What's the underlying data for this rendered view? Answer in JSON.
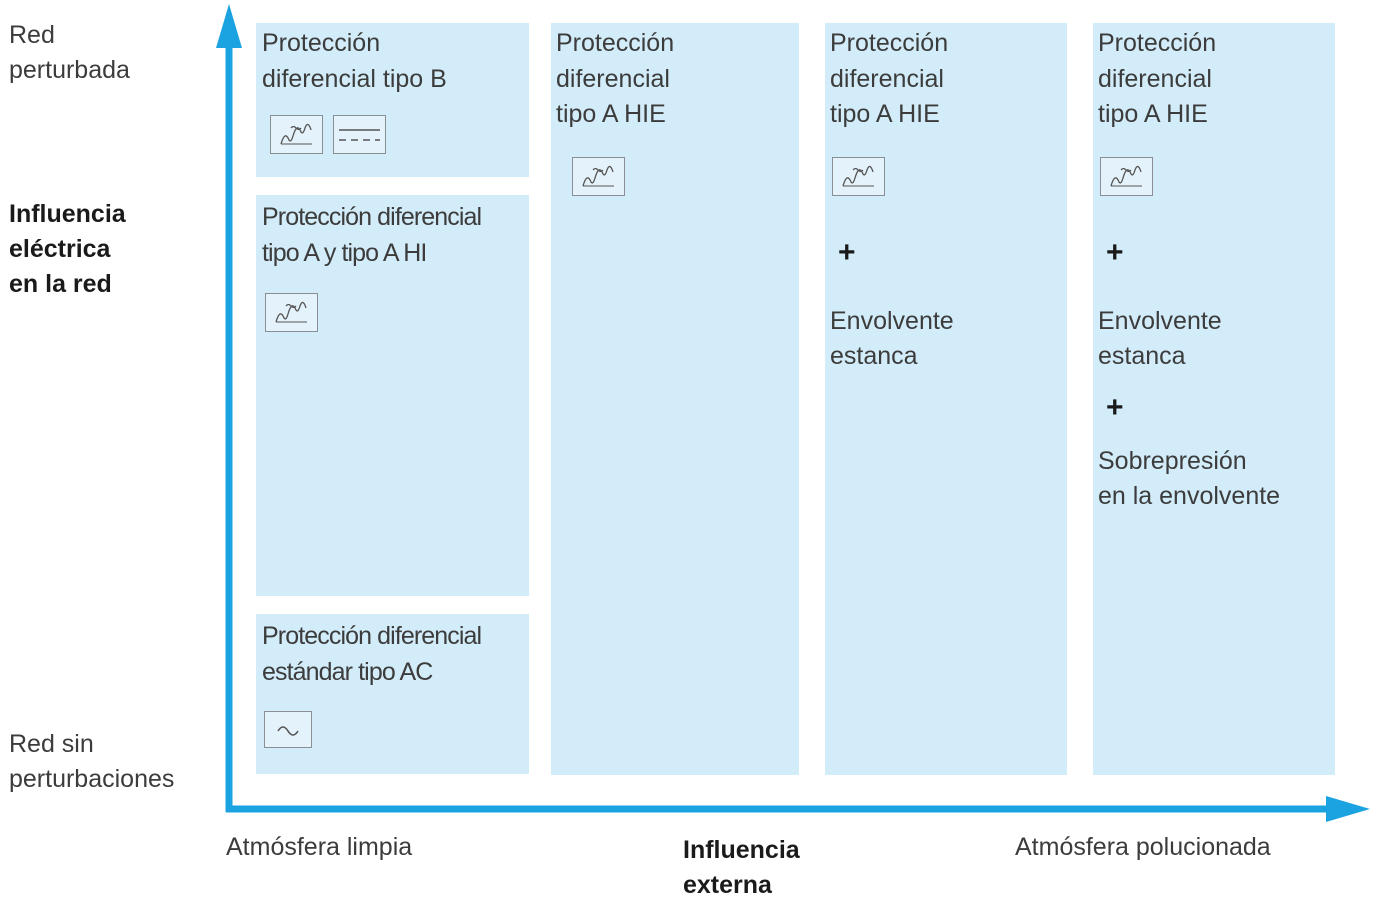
{
  "y_axis": {
    "top_label": "Red\nperturbada",
    "title": "Influencia\neléctrica\nen la red",
    "bottom_label": "Red sin\nperturbaciones"
  },
  "x_axis": {
    "left_label": "Atmósfera limpia",
    "title": "Influencia\nexterna",
    "right_label": "Atmósfera polucionada"
  },
  "columns": [
    {
      "boxes": [
        {
          "title": "Protección\ndiferencial tipo B",
          "icons": [
            "pulsating-ac-icon",
            "dc-icon"
          ]
        },
        {
          "title": "Protección diferencial\ntipo A y tipo A HI",
          "icons": [
            "pulsating-ac-icon"
          ]
        },
        {
          "title": "Protección diferencial\nestándar tipo AC",
          "icons": [
            "ac-sine-icon"
          ]
        }
      ]
    },
    {
      "title": "Protección\ndiferencial\ntipo A HIE",
      "icons": [
        "pulsating-ac-icon"
      ]
    },
    {
      "title": "Protección\ndiferencial\ntipo A HIE",
      "icons": [
        "pulsating-ac-icon"
      ],
      "extras": [
        "+",
        "Envolvente\nestanca"
      ]
    },
    {
      "title": "Protección\ndiferencial\ntipo A HIE",
      "icons": [
        "pulsating-ac-icon"
      ],
      "extras": [
        "+",
        "Envolvente\nestanca",
        "+",
        "Sobrepresión\nen la envolvente"
      ]
    }
  ],
  "colors": {
    "axis": "#1aa3e0",
    "box": "#d3ecf9"
  }
}
